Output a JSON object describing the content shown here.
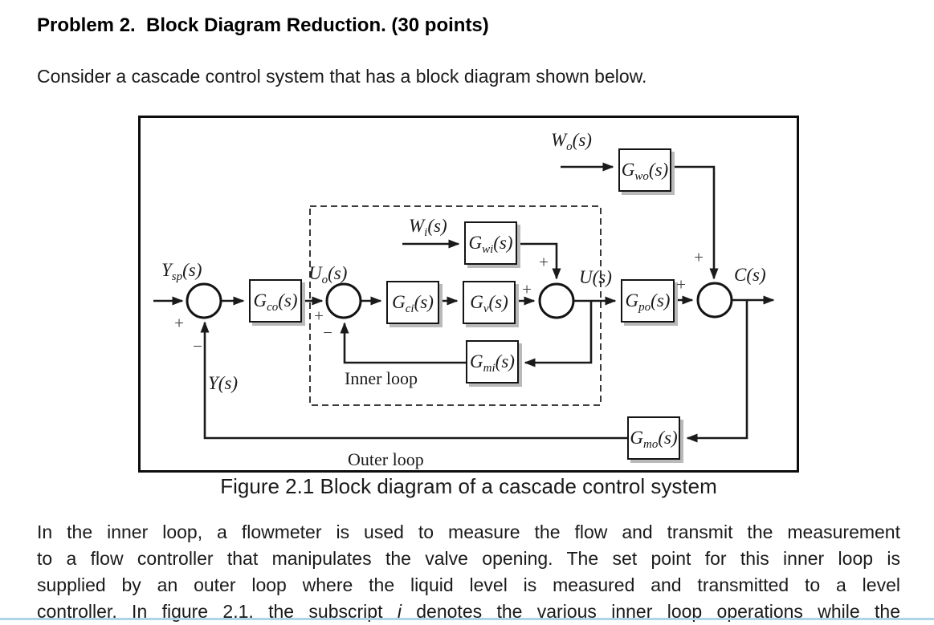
{
  "page": {
    "title": "Problem 2.  Block Diagram Reduction. (30 points)",
    "intro": "Consider a cascade control system that has a block diagram shown below.",
    "caption": "Figure 2.1 Block diagram of a cascade control system",
    "paragraph": {
      "line1": "In the inner loop, a flowmeter is used to measure the flow and transmit the measurement",
      "line2": "to a flow controller that manipulates the valve opening. The set point for this inner loop is",
      "line3": "supplied by an outer loop where the liquid level is measured and transmitted to a level",
      "line4_pre": "controller. In figure 2.1, the subscript ",
      "line4_italic": "i",
      "line4_post": " denotes the various inner loop operations while the"
    }
  },
  "figure": {
    "blocks": {
      "gwo": {
        "base": "G",
        "sub": "wo",
        "arg": "(s)"
      },
      "gwi": {
        "base": "G",
        "sub": "wi",
        "arg": "(s)"
      },
      "gco": {
        "base": "G",
        "sub": "co",
        "arg": "(s)"
      },
      "gci": {
        "base": "G",
        "sub": "ci",
        "arg": "(s)"
      },
      "gv": {
        "base": "G",
        "sub": "v",
        "arg": "(s)"
      },
      "gmi": {
        "base": "G",
        "sub": "mi",
        "arg": "(s)"
      },
      "gpo": {
        "base": "G",
        "sub": "po",
        "arg": "(s)"
      },
      "gmo": {
        "base": "G",
        "sub": "mo",
        "arg": "(s)"
      }
    },
    "signals": {
      "ysp": {
        "base": "Y",
        "sub": "sp",
        "arg": "(s)"
      },
      "uo": {
        "base": "U",
        "sub": "o",
        "arg": "(s)"
      },
      "wi": {
        "base": "W",
        "sub": "i",
        "arg": "(s)"
      },
      "wo": {
        "base": "W",
        "sub": "o",
        "arg": "(s)"
      },
      "u": {
        "base": "U",
        "sub": "",
        "arg": "(s)"
      },
      "c": {
        "base": "C",
        "sub": "",
        "arg": "(s)"
      },
      "y": {
        "base": "Y",
        "sub": "",
        "arg": "(s)"
      }
    },
    "inner_loop": "Inner loop",
    "outer_loop": "Outer loop",
    "plus": "+",
    "minus": "−"
  },
  "colors": {
    "diagram_line": "#1a1a1a",
    "bottom_bar": "#aed4e8"
  }
}
